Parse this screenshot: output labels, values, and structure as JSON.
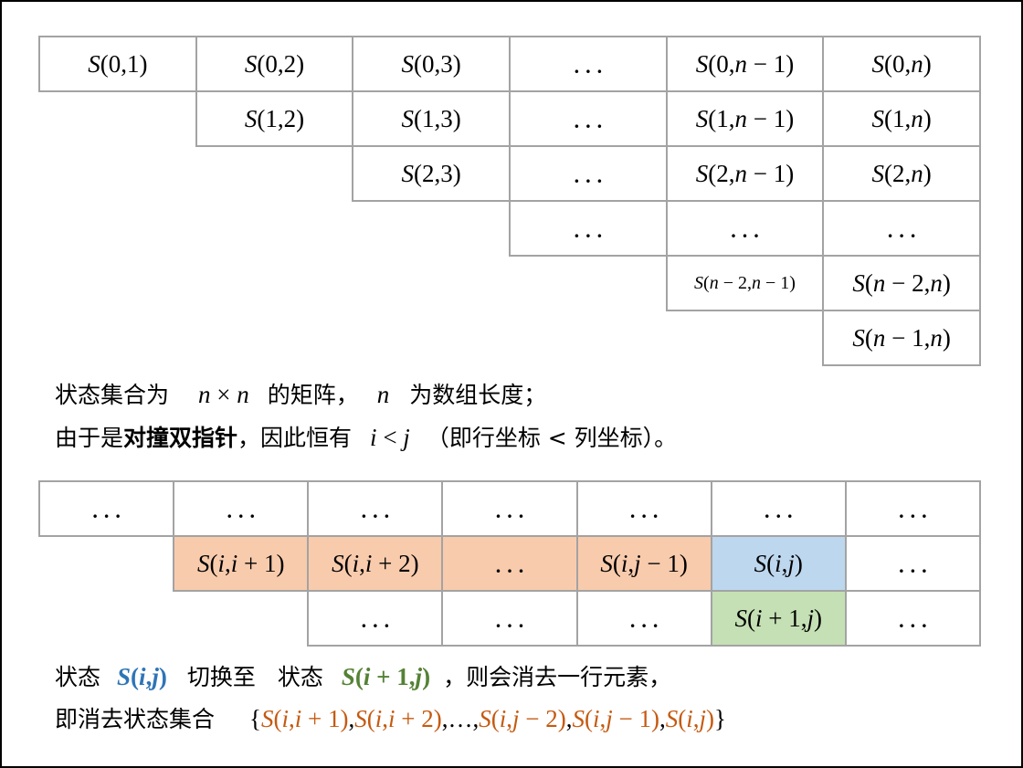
{
  "top_table": {
    "rows": [
      [
        "S(0,1)",
        "S(0,2)",
        "S(0,3)",
        "...",
        "S(0,n − 1)",
        "S(0,n)"
      ],
      [
        "S(1,2)",
        "S(1,3)",
        "...",
        "S(1,n − 1)",
        "S(1,n)"
      ],
      [
        "S(2,3)",
        "...",
        "S(2,n − 1)",
        "S(2,n)"
      ],
      [
        "...",
        "...",
        "..."
      ],
      [
        "S(n − 2,n − 1)",
        "S(n − 2,n)"
      ],
      [
        "S(n − 1,n)"
      ]
    ]
  },
  "note_top": {
    "line1": {
      "t1": "状态集合为",
      "m1": "n × n",
      "t2": "的矩阵，",
      "m2": "n",
      "t3": "为数组长度；"
    },
    "line2": {
      "t1": "由于是",
      "bold": "对撞双指针",
      "t2": "，因此恒有",
      "m1": "i < j",
      "t3": "（即行坐标 < 列坐标）。"
    }
  },
  "bottom_table": {
    "rows": [
      [
        "...",
        "...",
        "...",
        "...",
        "...",
        "...",
        "..."
      ],
      [
        "S(i,i + 1)",
        "S(i,i + 2)",
        "...",
        "S(i,j − 1)",
        "S(i,j)",
        "..."
      ],
      [
        "...",
        "...",
        "...",
        "S(i + 1,j)",
        "..."
      ]
    ]
  },
  "note_bottom": {
    "line3": {
      "t1": "状态",
      "m1": "S(i,j)",
      "t2": "切换至",
      "t3": "状态",
      "m2": "S(i + 1,j)",
      "t4": "，则会消去一行元素，"
    },
    "line4": {
      "t1": "即消去状态集合",
      "open": "{",
      "close": "}",
      "sep": ",",
      "items": [
        "S(i,i + 1)",
        "S(i,i + 2)",
        "…",
        "S(i,j − 2)",
        "S(i,j − 1)",
        "S(i,j)"
      ]
    }
  },
  "colors": {
    "removed_fill": "#f8cbad",
    "current_fill": "#bdd7ee",
    "next_fill": "#c5e0b4",
    "current_text": "#2e75b6",
    "next_text": "#548235",
    "removed_text": "#c55a11",
    "grid_line": "#a3a3a3"
  }
}
